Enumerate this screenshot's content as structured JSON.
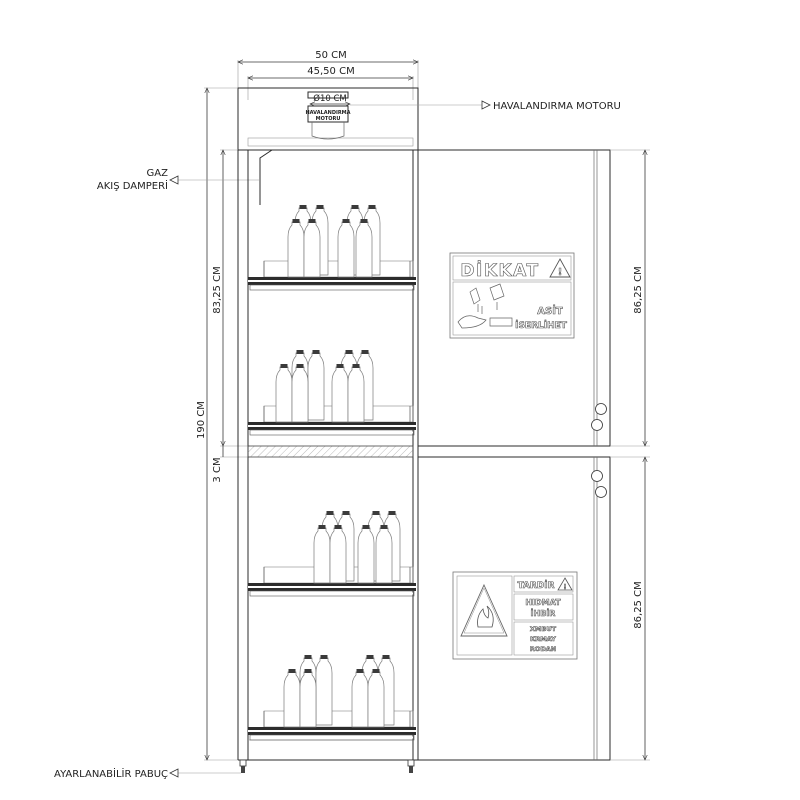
{
  "dimensions": {
    "total_width": "50 CM",
    "inner_width": "45,50 CM",
    "vent_diameter": "Ø10 CM",
    "total_height": "190 CM",
    "upper_inner_height": "83,25 CM",
    "divider_height": "3 CM",
    "upper_door_height": "86,25 CM",
    "lower_door_height": "86,25 CM"
  },
  "labels": {
    "vent_motor_small_line1": "HAVALANDIRMA",
    "vent_motor_small_line2": "MOTORU",
    "vent_motor": "HAVALANDIRMA MOTORU",
    "gas_damper_line1": "GAZ",
    "gas_damper_line2": "AKIŞ DAMPERİ",
    "adjustable_foot": "AYARLANABİLİR PABUÇ"
  },
  "signs": {
    "upper": {
      "header": "DİKKAT",
      "line1": "ASİT",
      "line2": "İSERLİHET"
    },
    "lower": {
      "header": "TARDİR",
      "line1": "HIDMAT",
      "line2": "İHBİR",
      "line3": "XMBUT",
      "line4": "KRMAY",
      "line5": "RODAN"
    }
  }
}
